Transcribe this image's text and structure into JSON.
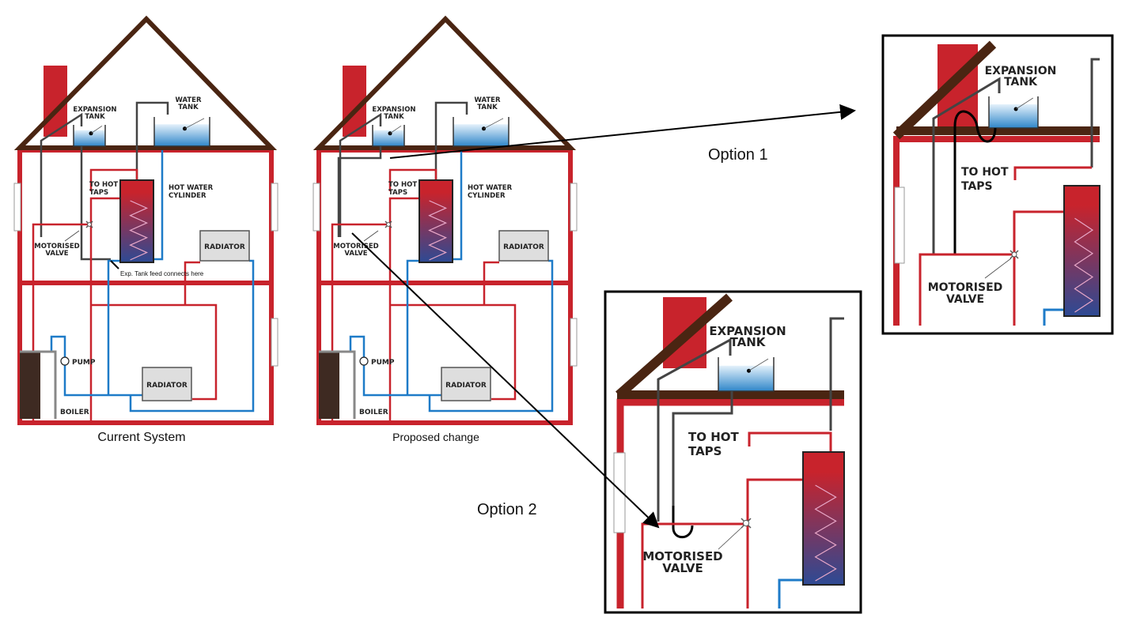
{
  "colors": {
    "hot": "#c8232c",
    "cold": "#1e7bc8",
    "feed": "#444444",
    "roof": "#4a2512",
    "radiator": "#dedede"
  },
  "current": {
    "caption": "Current System",
    "expansion_tank": [
      "EXPANSION",
      "TANK"
    ],
    "water_tank": [
      "WATER",
      "TANK"
    ],
    "to_hot_taps": [
      "TO HOT",
      "TAPS"
    ],
    "cylinder": [
      "HOT WATER",
      "CYLINDER"
    ],
    "motorised_valve": [
      "MOTORISED",
      "VALVE"
    ],
    "radiator_upper": "RADIATOR",
    "radiator_lower": "RADIATOR",
    "pump": "PUMP",
    "boiler": "BOILER",
    "note": "Exp. Tank feed connects here"
  },
  "proposed": {
    "caption": "Proposed change",
    "expansion_tank": [
      "EXPANSION",
      "TANK"
    ],
    "water_tank": [
      "WATER",
      "TANK"
    ],
    "to_hot_taps": [
      "TO HOT",
      "TAPS"
    ],
    "cylinder": [
      "HOT WATER",
      "CYLINDER"
    ],
    "motorised_valve": [
      "MOTORISED",
      "VALVE"
    ],
    "radiator_upper": "RADIATOR",
    "radiator_lower": "RADIATOR",
    "pump": "PUMP",
    "boiler": "BOILER"
  },
  "option1": {
    "label": "Option 1",
    "expansion_tank": [
      "EXPANSION",
      "TANK"
    ],
    "to_hot_taps": [
      "TO HOT",
      "TAPS"
    ],
    "motorised_valve": [
      "MOTORISED",
      "VALVE"
    ]
  },
  "option2": {
    "label": "Option 2",
    "expansion_tank": [
      "EXPANSION",
      "TANK"
    ],
    "to_hot_taps": [
      "TO HOT",
      "TAPS"
    ],
    "motorised_valve": [
      "MOTORISED",
      "VALVE"
    ]
  }
}
